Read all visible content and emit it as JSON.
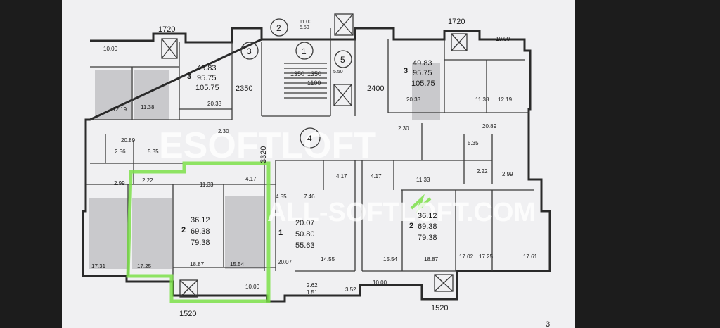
{
  "dims": {
    "left_top": "1720",
    "right_top": "1720",
    "left_bottom": "1520",
    "right_bottom": "1520",
    "corridor_left": "2350",
    "corridor_right": "2400",
    "vertical": "3320"
  },
  "stair": {
    "a": "1350",
    "b": "1350",
    "c": "1100",
    "d": "11.00",
    "e": "5.50",
    "f": "5.50"
  },
  "circles": [
    "2",
    "3",
    "1",
    "5",
    "4"
  ],
  "apt_left_top": {
    "num": "3",
    "a": "49.83",
    "b": "95.75",
    "c": "105.75"
  },
  "apt_right_top": {
    "num": "3",
    "a": "49.83",
    "b": "95.75",
    "c": "105.75"
  },
  "apt_mid_left": {
    "num": "2",
    "a": "36.12",
    "b": "69.38",
    "c": "79.38"
  },
  "apt_mid_right": {
    "num": "2",
    "a": "36.12",
    "b": "69.38",
    "c": "79.38"
  },
  "apt_studio": {
    "num": "1",
    "a": "20.07",
    "b": "50.80",
    "c": "55.63"
  },
  "rooms": {
    "r1": "10.00",
    "r2": "12.19",
    "r3": "11.38",
    "r4": "20.33",
    "r5": "2.30",
    "r6": "20.89",
    "r7": "2.56",
    "r8": "5.35",
    "r9": "2.22",
    "r10": "2.99",
    "r11": "11.33",
    "r12": "4.17",
    "r13": "4.55",
    "r14": "7.46",
    "r15": "17.31",
    "r16": "17.25",
    "r17": "18.87",
    "r18": "15.54",
    "r19": "20.07",
    "r20": "10.00",
    "r21": "10.00",
    "r22": "20.33",
    "r23": "11.38",
    "r24": "12.19",
    "r25": "2.30",
    "r26": "20.89",
    "r27": "5.35",
    "r28": "2.22",
    "r29": "2.99",
    "r30": "4.17",
    "r31": "4.17",
    "r32": "11.33",
    "r33": "14.55",
    "r34": "15.54",
    "r35": "18.87",
    "r36": "17.02",
    "r37": "17.25",
    "r38": "17.61",
    "r39": "2.62",
    "r40": "1.51",
    "r41": "3.52",
    "r42": "10.00"
  },
  "watermark": {
    "line1": "ESOFTLOFT",
    "line2": "ALL-SOFTLOFT.COM"
  },
  "page_mark": "3"
}
